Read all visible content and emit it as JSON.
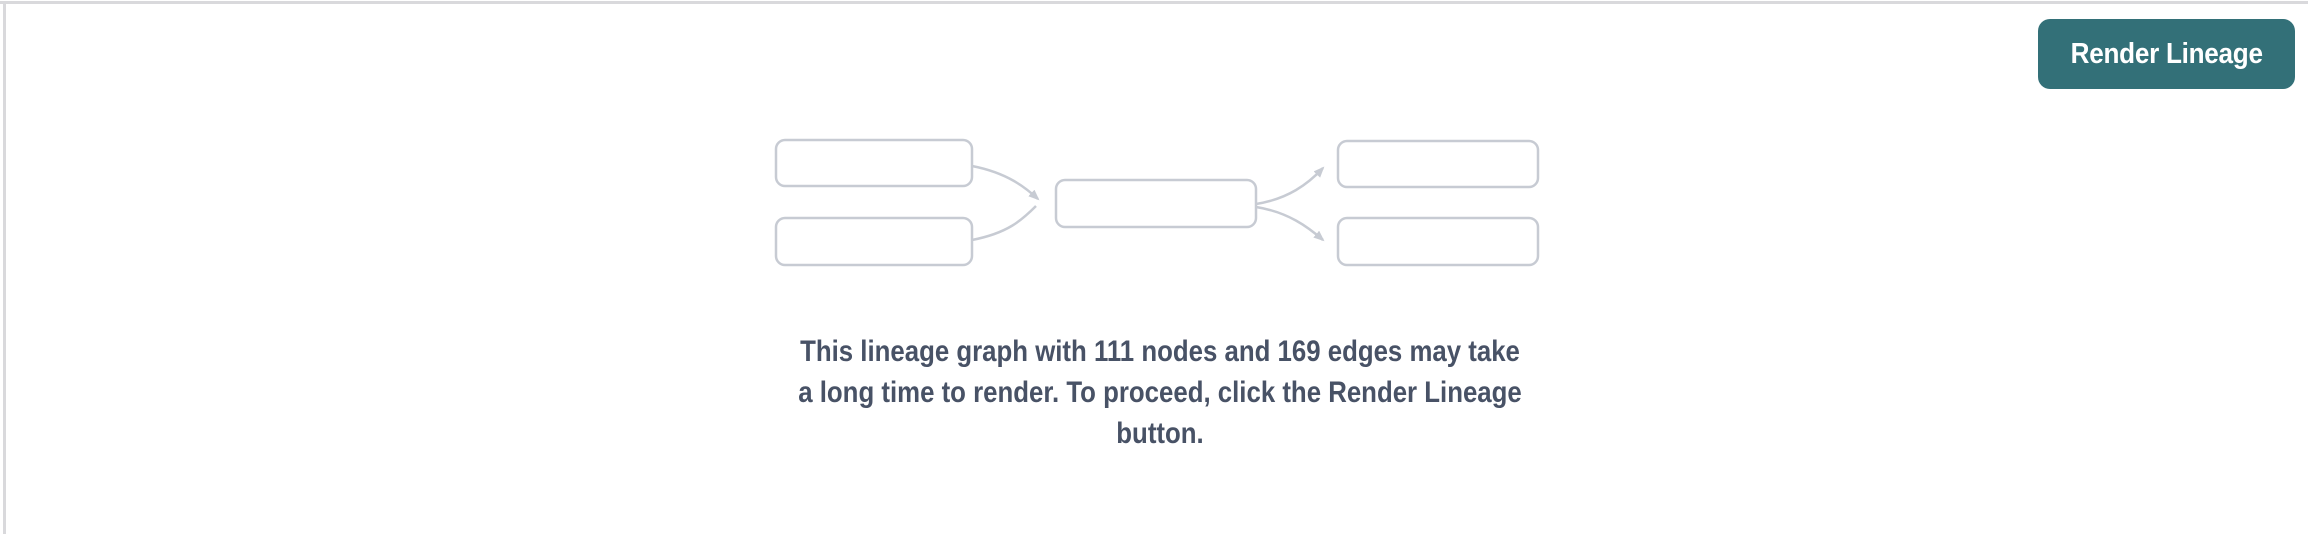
{
  "header": {
    "render_button_label": "Render Lineage"
  },
  "placeholder": {
    "message_lines": [
      "This lineage graph with 111 nodes and 169 edges may take",
      "a long time to render. To proceed, click the Render Lineage",
      "button."
    ],
    "message_text": "This lineage graph with 111 nodes and 169 edges may take a long time to render. To proceed, click the Render Lineage button.",
    "node_count": 111,
    "edge_count": 169
  },
  "colors": {
    "background": "#ffffff",
    "divider": "#d9d9dc",
    "button_bg": "#337078",
    "button_text": "#ffffff",
    "message_text": "#485266",
    "graphic_stroke": "#c7cbd3"
  }
}
